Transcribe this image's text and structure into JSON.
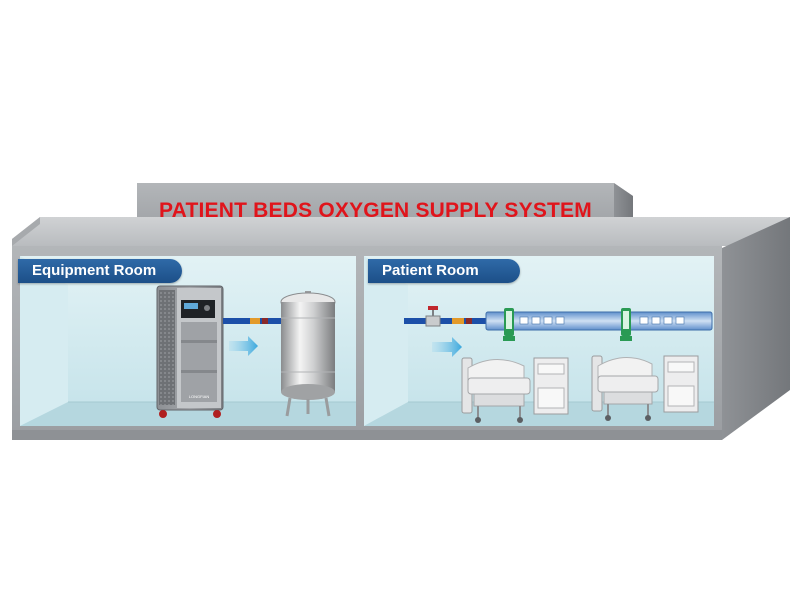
{
  "title": "PATIENT BEDS OXYGEN SUPPLY SYSTEM",
  "rooms": {
    "equipment": {
      "label": "Equipment Room"
    },
    "patient": {
      "label": "Patient Room"
    }
  },
  "equipment": {
    "generator_brand": "LONGFIAN"
  },
  "colors": {
    "title_red": "#e0141b",
    "label_blue": "#245c98",
    "pipe_blue": "#1c4fa8",
    "room_glass": "#cfe9ee",
    "wall_gray": "#a8abae"
  }
}
